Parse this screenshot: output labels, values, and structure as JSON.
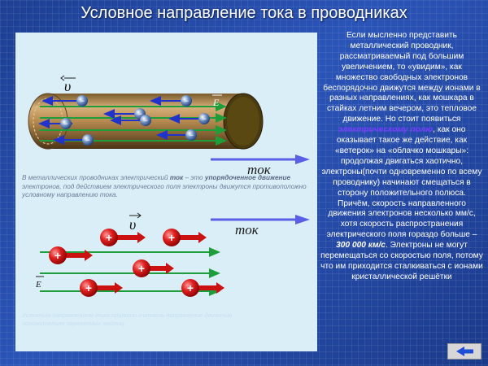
{
  "title": "Условное направление тока в проводниках",
  "diagram": {
    "symbol_v": "υ",
    "symbol_e": "E",
    "label_current": "ток",
    "electron_sign": "−",
    "ion_sign": "+"
  },
  "caption1": {
    "part1": "В металлических проводниках электрический ",
    "bold1": "ток",
    "part2": " – это ",
    "bold2": "упорядоченное движение",
    "part3": " электронов, под действием электрического поля электроны движутся противоположно условному направлению тока."
  },
  "caption2": "Условным направлением тока принято считать направление движения положительно заряженных частиц.",
  "side": {
    "t1": "Если мысленно представить металлический проводник, рассматриваемый под большим увеличением, то «увидим», как множество свободных электронов беспорядочно движутся между ионами в разных направлениях, как мошкара в стайках летним вечером, это тепловое движение. Но стоит появиться ",
    "hl": "электрическому полю",
    "t2": ", как оно оказывает такое же действие, как «ветерок» на «облачко мошкары»: продолжая двигаться хаотично, электроны(почти одновременно по всему проводнику) начинают смещаться в сторону положительного полюса. Причём, скорость направленного движения электронов несколько мм/с, хотя скорость распространения электрического поля гораздо больше – ",
    "em": "300 000 км/с",
    "t3": ". Электроны не могут перемещаться со скоростью поля, потому что им приходится сталкиваться с ионами кристаллической решётки"
  },
  "nav": {
    "icon": "left-arrow-icon"
  },
  "colors": {
    "background": "#2347a3",
    "panel": "#d9eef7",
    "field_line": "#1e9e3a",
    "electron_arrow": "#2233cc",
    "ion_arrow": "#cc1111",
    "current_arrow": "#5b5fe6",
    "highlight": "#7a3cff"
  }
}
